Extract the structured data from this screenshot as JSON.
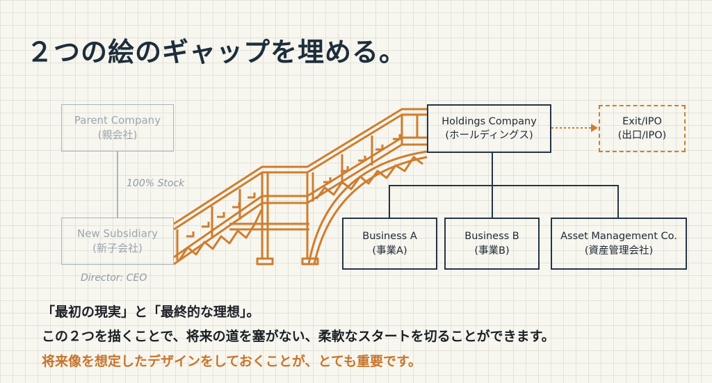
{
  "title": "２つの絵のギャップを埋める。",
  "current_structure": {
    "parent": {
      "name": "Parent Company",
      "jp": "(親会社)"
    },
    "subsidiary": {
      "name": "New Subsidiary",
      "jp": "(新子会社)"
    },
    "link_label": "100% Stock",
    "director_label": "Director: CEO"
  },
  "future_structure": {
    "holdings": {
      "name": "Holdings Company",
      "jp": "(ホールディングス)"
    },
    "exit": {
      "name": "Exit/IPO",
      "jp": "(出口/IPO)"
    },
    "children": [
      {
        "name": "Business A",
        "jp": "(事業A)"
      },
      {
        "name": "Business B",
        "jp": "(事業B)"
      },
      {
        "name": "Asset Management Co.",
        "jp": "(資産管理会社)"
      }
    ]
  },
  "bridge_icon": "staircase-bridge-icon",
  "body": {
    "line1": "「最初の現実」と「最終的な理想」。",
    "line2": "この２つを描くことで、将来の道を塞がない、柔軟なスタートを切ることができます。",
    "line3": "将来像を想定したデザインをしておくことが、とても重要です。"
  },
  "colors": {
    "accent": "#c8742a",
    "dark": "#233444",
    "ghost": "#a9b4bb",
    "background": "#f7f6ef"
  }
}
